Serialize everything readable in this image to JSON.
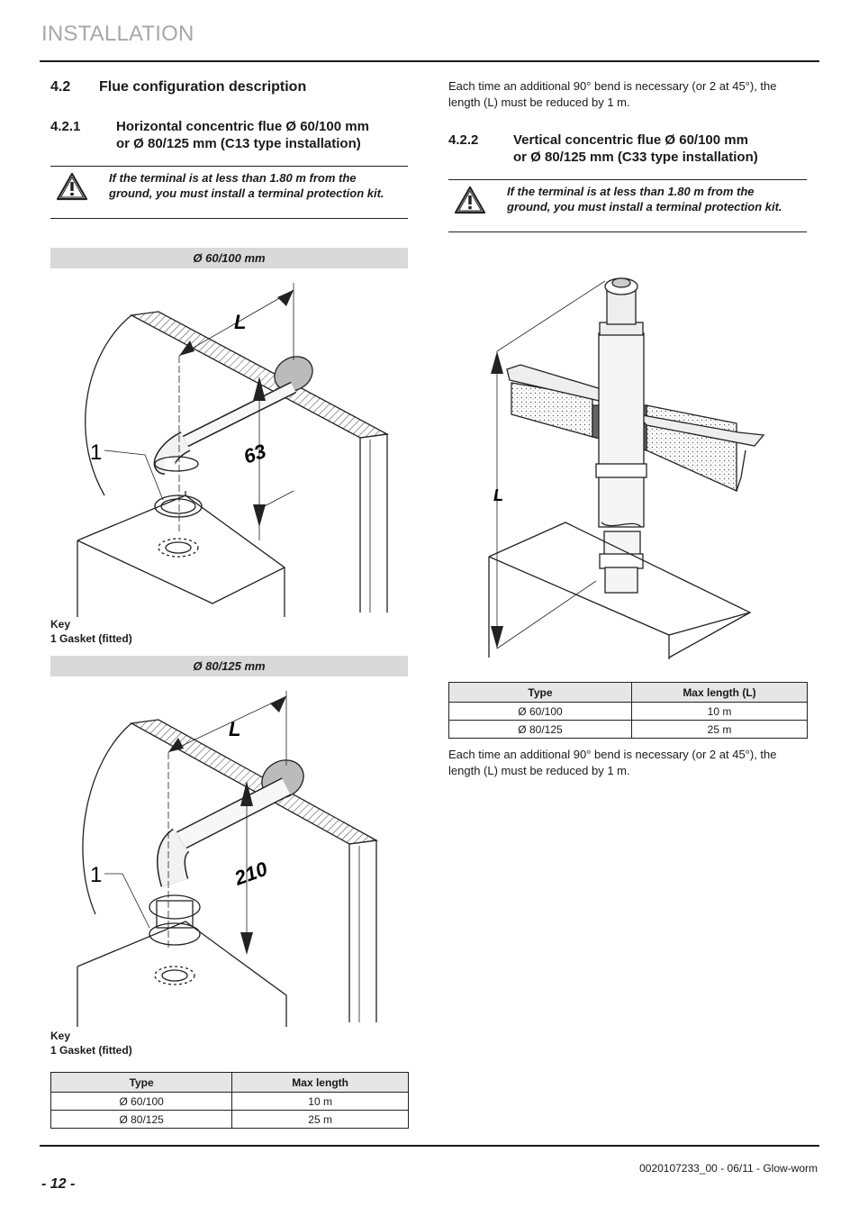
{
  "header": {
    "title": "INSTALLATION"
  },
  "left": {
    "section": {
      "num": "4.2",
      "title": "Flue configuration description"
    },
    "subsection": {
      "num": "4.2.1",
      "line1": "Horizontal concentric flue Ø 60/100 mm",
      "line2": "or Ø 80/125 mm (C13 type installation)"
    },
    "warning": {
      "icon": "warning-triangle-icon",
      "text": "If the terminal is at less than 1.80 m from the ground, you must install a terminal protection kit."
    },
    "figure1": {
      "banner": "Ø 60/100 mm",
      "label_L": "L",
      "dimension": "63",
      "callout": "1",
      "key_title": "Key",
      "key_item": "1 Gasket (fitted)"
    },
    "figure2": {
      "banner": "Ø 80/125 mm",
      "label_L": "L",
      "dimension": "210",
      "callout": "1",
      "key_title": "Key",
      "key_item": "1 Gasket (fitted)"
    },
    "table": {
      "headers": [
        "Type",
        "Max length"
      ],
      "rows": [
        [
          "Ø 60/100",
          "10 m"
        ],
        [
          "Ø 80/125",
          "25 m"
        ]
      ]
    }
  },
  "right": {
    "intro": "Each time an additional 90° bend is necessary (or 2 at 45°), the length (L) must be reduced by 1 m.",
    "subsection": {
      "num": "4.2.2",
      "line1": "Vertical concentric flue Ø 60/100 mm",
      "line2": "or Ø 80/125 mm (C33 type installation)"
    },
    "warning": {
      "icon": "warning-triangle-icon",
      "text": "If the terminal is at less than 1.80 m from the ground, you must install a terminal protection kit."
    },
    "figure3": {
      "label_L": "L"
    },
    "table": {
      "headers": [
        "Type",
        "Max length (L)"
      ],
      "rows": [
        [
          "Ø 60/100",
          "10 m"
        ],
        [
          "Ø 80/125",
          "25 m"
        ]
      ]
    },
    "outro": "Each time an additional 90° bend is necessary (or 2 at 45°), the length (L) must be reduced by 1 m."
  },
  "footer": {
    "page": "- 12 -",
    "ref": "0020107233_00 - 06/11 - Glow-worm"
  }
}
